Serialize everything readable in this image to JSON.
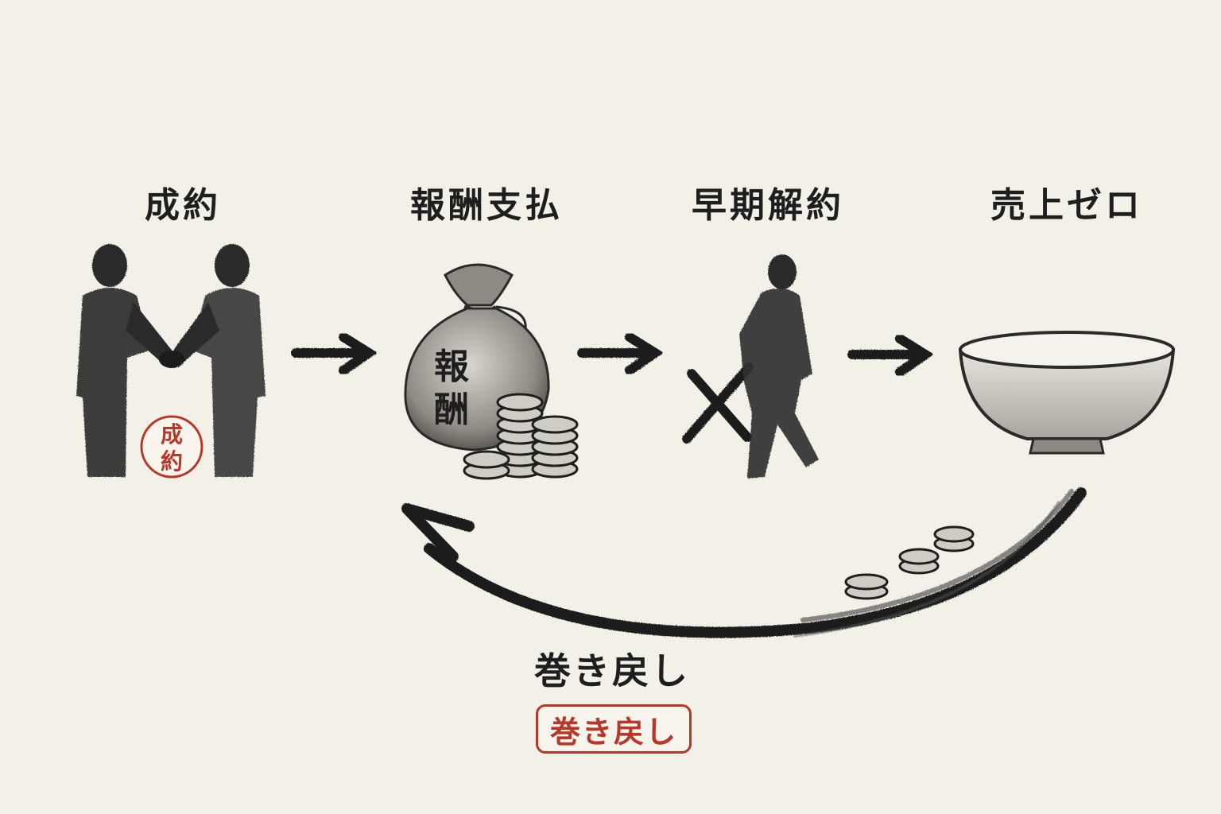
{
  "steps": [
    {
      "label": "成約",
      "stamp_line1": "成",
      "stamp_line2": "約"
    },
    {
      "label": "報酬支払",
      "bag_line1": "報",
      "bag_line2": "酬"
    },
    {
      "label": "早期解約"
    },
    {
      "label": "売上ゼロ"
    }
  ],
  "rewind": {
    "label": "巻き戻し",
    "stamp": "巻き戻し"
  },
  "colors": {
    "ink": "#1c1c1c",
    "stamp_red": "#b5382a",
    "paper": "#f3f0e8"
  }
}
